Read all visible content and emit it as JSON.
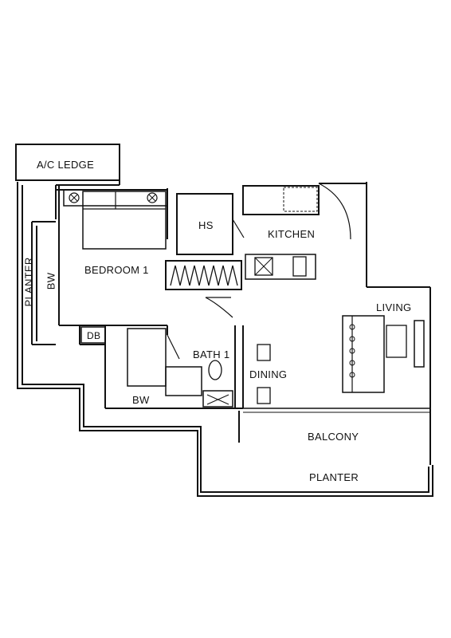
{
  "floorplan": {
    "rooms": {
      "ac_ledge": "A/C LEDGE",
      "hs": "HS",
      "kitchen": "KITCHEN",
      "bedroom1": "BEDROOM 1",
      "planter_left": "PLANTER",
      "bw_left": "BW",
      "living": "LIVING",
      "db": "DB",
      "bath1": "BATH 1",
      "dining": "DINING",
      "bw_bottom": "BW",
      "balcony": "BALCONY",
      "planter_bottom": "PLANTER"
    },
    "colors": {
      "line": "#111111",
      "background": "#ffffff"
    }
  }
}
